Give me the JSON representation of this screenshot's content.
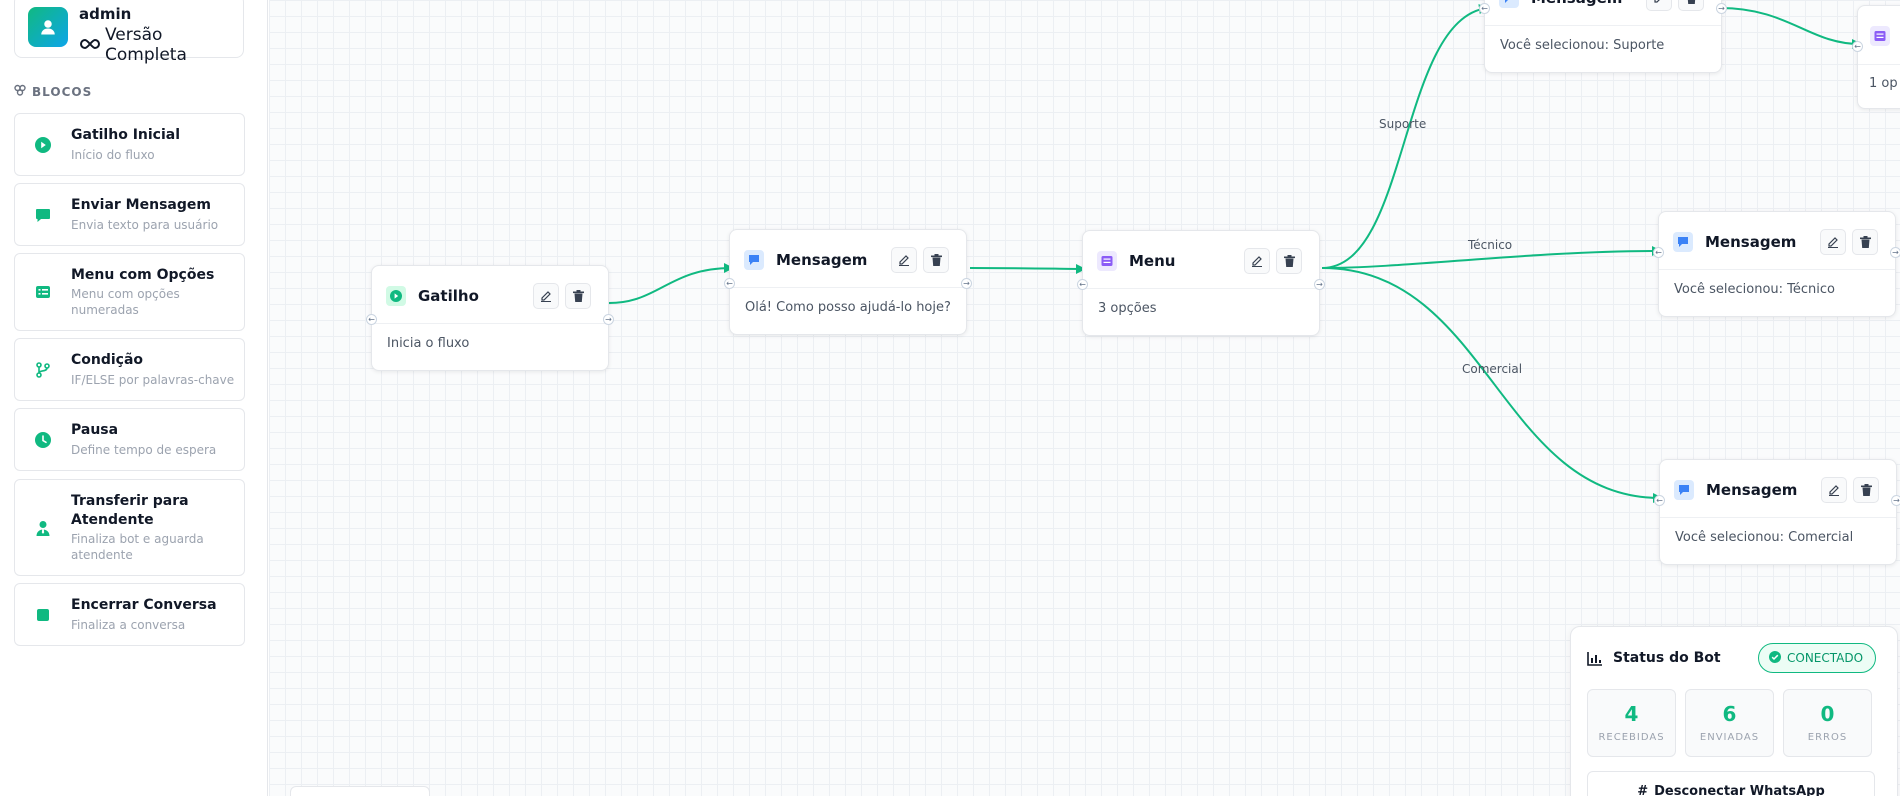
{
  "user": {
    "name": "admin",
    "plan": "Versão Completa"
  },
  "sidebar": {
    "section_title": "BLOCOS",
    "blocks": [
      {
        "title": "Gatilho Inicial",
        "description": "Início do fluxo"
      },
      {
        "title": "Enviar Mensagem",
        "description": "Envia texto para usuário"
      },
      {
        "title": "Menu com Opções",
        "description": "Menu com opções numeradas"
      },
      {
        "title": "Condição",
        "description": "IF/ELSE por palavras-chave"
      },
      {
        "title": "Pausa",
        "description": "Define tempo de espera"
      },
      {
        "title": "Transferir para Atendente",
        "description": "Finaliza bot e aguarda atendente"
      },
      {
        "title": "Encerrar Conversa",
        "description": "Finaliza a conversa"
      }
    ]
  },
  "nodes": {
    "gatilho": {
      "title": "Gatilho",
      "body": "Inicia o fluxo"
    },
    "msg1": {
      "title": "Mensagem",
      "body": "Olá! Como posso ajudá-lo hoje?"
    },
    "menu": {
      "title": "Menu",
      "body": "3 opções"
    },
    "msg_suporte": {
      "title": "Mensagem",
      "body": "Você selecionou: Suporte"
    },
    "msg_tecnico": {
      "title": "Mensagem",
      "body": "Você selecionou: Técnico"
    },
    "msg_comercial": {
      "title": "Mensagem",
      "body": "Você selecionou: Comercial"
    },
    "menu2": {
      "body": "1 op"
    }
  },
  "edge_labels": {
    "suporte": "Suporte",
    "tecnico": "Técnico",
    "comercial": "Comercial"
  },
  "status": {
    "title": "Status do Bot",
    "badge": "CONECTADO",
    "received": {
      "value": "4",
      "label": "RECEBIDAS"
    },
    "sent": {
      "value": "6",
      "label": "ENVIADAS"
    },
    "errors": {
      "value": "0",
      "label": "ERROS"
    },
    "disconnect_label": "Desconectar WhatsApp"
  },
  "colors": {
    "accent": "#10b981",
    "message": "#3b82f6",
    "menu": "#8b5cf6"
  }
}
